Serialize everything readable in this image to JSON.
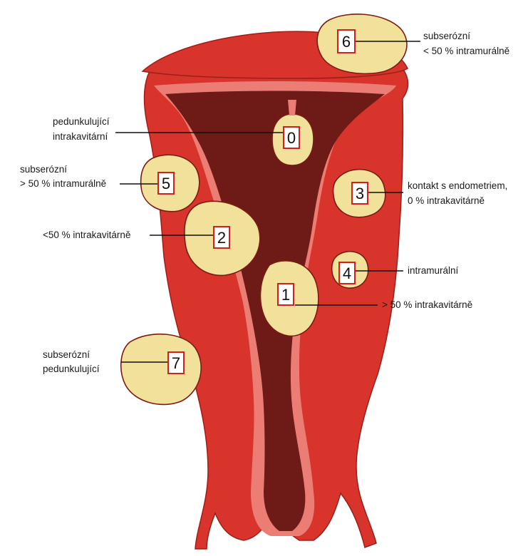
{
  "colors": {
    "wall": "#d8342c",
    "wall_edge": "#9b1f18",
    "endometrium": "#ec7d75",
    "cavity": "#6e1a17",
    "fibroid": "#f1e19a",
    "box_border": "#d41f1f"
  },
  "fibroids": [
    {
      "type": "0",
      "label_lines": [
        "pedunkulující",
        "intrakavitární"
      ]
    },
    {
      "type": "1",
      "label_lines": [
        "> 50 % intrakavitárně"
      ]
    },
    {
      "type": "2",
      "label_lines": [
        "<50 % intrakavitárně"
      ]
    },
    {
      "type": "3",
      "label_lines": [
        "kontakt s endometriem,",
        "0 % intrakavitárně"
      ]
    },
    {
      "type": "4",
      "label_lines": [
        "intramurální"
      ]
    },
    {
      "type": "5",
      "label_lines": [
        "subserózní",
        "> 50 % intramurálně"
      ]
    },
    {
      "type": "6",
      "label_lines": [
        "subserózní",
        "< 50 % intramurálně"
      ]
    },
    {
      "type": "7",
      "label_lines": [
        "subserózní",
        "pedunkulující"
      ]
    }
  ]
}
